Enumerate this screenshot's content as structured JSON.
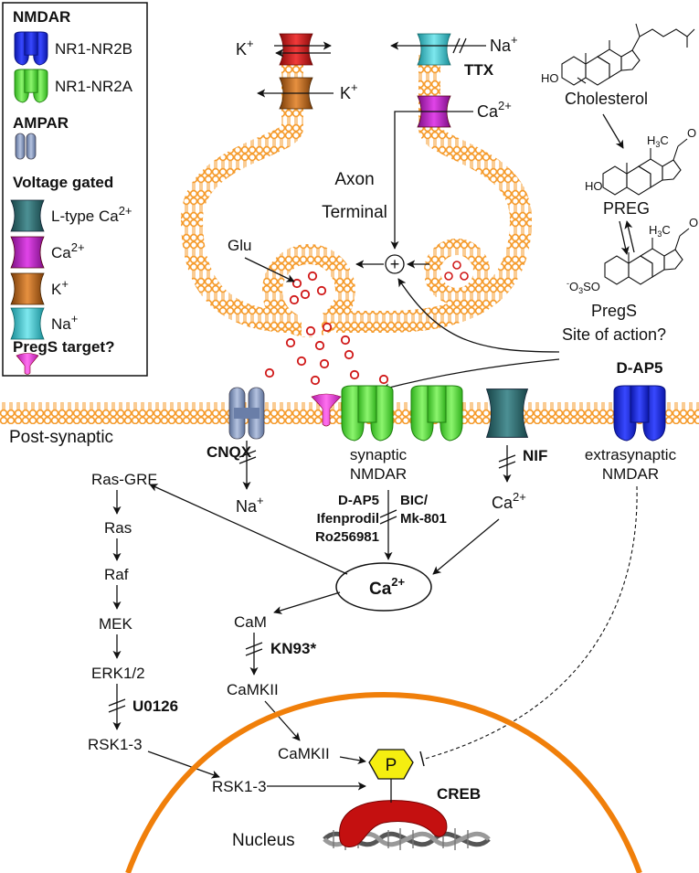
{
  "legend": {
    "nmdar_heading": "NMDAR",
    "nr2b_label": "NR1-NR2B",
    "nr2a_label": "NR1-NR2A",
    "ampar_heading": "AMPAR",
    "voltage_heading": "Voltage gated",
    "ltype_label": "L-type Ca",
    "ltype_sup": "2+",
    "ca_label": "Ca",
    "ca_sup": "2+",
    "k_label": "K",
    "k_sup": "+",
    "na_label": "Na",
    "na_sup": "+",
    "pregs_heading": "PregS target?"
  },
  "terminal": {
    "k1": "K",
    "k1_sup": "+",
    "k2": "K",
    "k2_sup": "+",
    "na": "Na",
    "na_sup": "+",
    "ttx": "TTX",
    "ca": "Ca",
    "ca_sup": "2+",
    "axon": "Axon",
    "terminal": "Terminal",
    "glu": "Glu",
    "plus": "+"
  },
  "chemistry": {
    "cholesterol": "Cholesterol",
    "preg": "PREG",
    "pregs": "PregS",
    "site": "Site of action?",
    "ho1": "HO",
    "ho2": "HO",
    "h3c1": "H",
    "h3c1_sub": "3",
    "h3c1_c": "C",
    "o1": "O",
    "h3c2": "H",
    "h3c2_sub": "3",
    "h3c2_c": "C",
    "o2": "O",
    "o3so_minus": "-",
    "o3so_o": "O",
    "o3so_sub": "3",
    "o3so_so": "SO"
  },
  "post": {
    "label": "Post-synaptic",
    "dap5_top": "D-AP5",
    "cnqx": "CNQX",
    "na": "Na",
    "na_sup": "+",
    "synaptic1": "synaptic",
    "synaptic2": "NMDAR",
    "nif": "NIF",
    "ca": "Ca",
    "ca_sup": "2+",
    "extra1": "extrasynaptic",
    "extra2": "NMDAR",
    "inh_left1": "D-AP5",
    "inh_left2": "Ifenprodil",
    "inh_left3": "Ro256981",
    "inh_right1": "BIC/",
    "inh_right2": "Mk-801"
  },
  "signaling": {
    "rasgrf": "Ras-GRF",
    "ras": "Ras",
    "raf": "Raf",
    "mek": "MEK",
    "erk": "ERK1/2",
    "u0126": "U0126",
    "rsk": "RSK1-3",
    "rsk2": "RSK1-3",
    "ca_center": "Ca",
    "ca_center_sup": "2+",
    "cam": "CaM",
    "kn93": "KN93*",
    "camkii": "CaMKII",
    "camkii2": "CaMKII",
    "p": "P",
    "creb": "CREB",
    "nucleus": "Nucleus"
  },
  "colors": {
    "membrane": "#f59a2a",
    "nr2b": "#1f2fd6",
    "nr2a": "#5fe045",
    "ampar": "#8a9dc2",
    "ltype": "#2f6e73",
    "ca_channel": "#b81cc0",
    "k_channel": "#c06a1a",
    "na_channel": "#35c6d0",
    "pregs_target": "#e838d8",
    "k_red": "#d01818",
    "creb": "#c41010",
    "p_yellow": "#f5ee10",
    "nucleus_line": "#f07f0a"
  }
}
